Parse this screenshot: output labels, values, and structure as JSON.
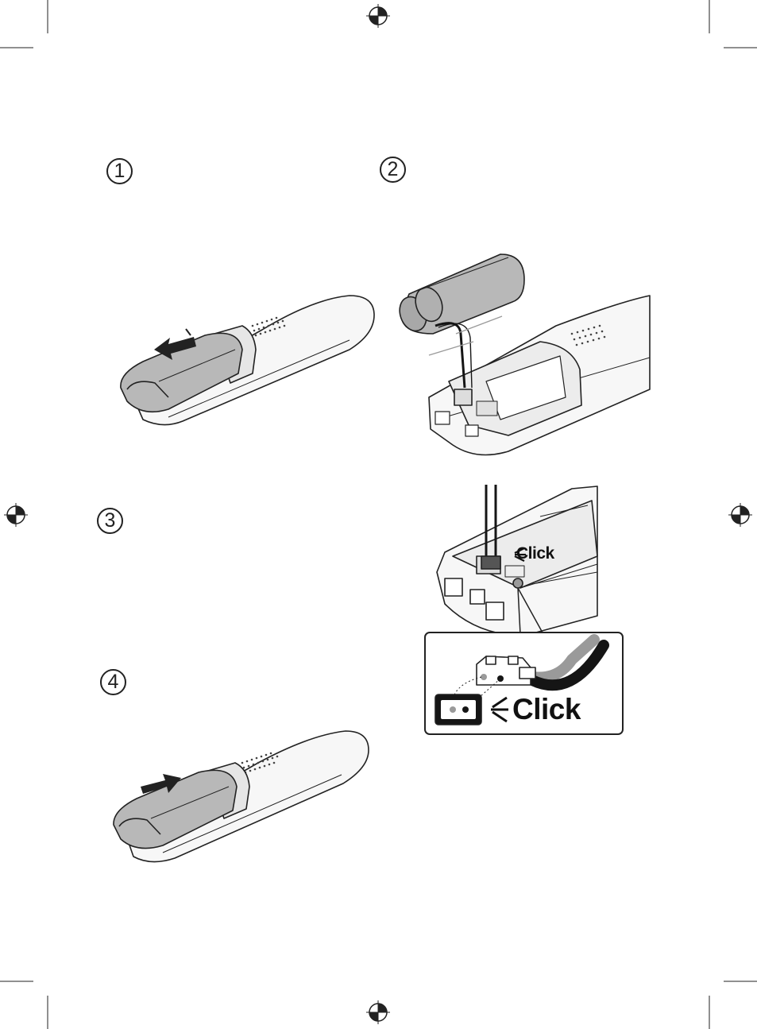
{
  "steps": [
    {
      "number": "1"
    },
    {
      "number": "2"
    },
    {
      "number": "3"
    },
    {
      "number": "4"
    }
  ],
  "labels": {
    "click_small": "Click",
    "click_large": "Click"
  },
  "icons": {
    "registration_marks": "crosshair-registration-icon",
    "arrows": "arrow-icon"
  },
  "colors": {
    "line": "#222222",
    "cover_fill": "#b8b8b8",
    "handset_fill": "#f7f7f7",
    "wire_red": "#9a9a9a",
    "wire_black": "#151515"
  }
}
